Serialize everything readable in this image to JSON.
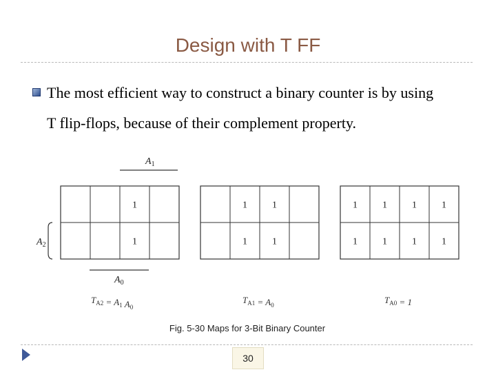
{
  "slide": {
    "title": "Design with T FF",
    "bullet_line1": "The most efficient way to construct a binary counter is by using",
    "bullet_line2": "T flip-flops, because of their complement property.",
    "page_number": "30"
  },
  "figure": {
    "caption": "Fig. 5-30  Maps for 3-Bit Binary Counter",
    "labels": {
      "top_var": "A",
      "top_sub": "1",
      "left_var": "A",
      "left_sub": "2",
      "bottom_var": "A",
      "bottom_sub": "0"
    },
    "maps": [
      {
        "cells": [
          [
            "",
            "",
            "1",
            ""
          ],
          [
            "",
            "",
            "1",
            ""
          ]
        ],
        "equation": [
          {
            "t": "T",
            "s": "A2"
          },
          {
            "t": " = A",
            "s": "1"
          },
          {
            "t": " A",
            "s": "0"
          }
        ]
      },
      {
        "cells": [
          [
            "",
            "1",
            "1",
            ""
          ],
          [
            "",
            "1",
            "1",
            ""
          ]
        ],
        "equation": [
          {
            "t": "T",
            "s": "A1"
          },
          {
            "t": " = A",
            "s": "0"
          }
        ]
      },
      {
        "cells": [
          [
            "1",
            "1",
            "1",
            "1"
          ],
          [
            "1",
            "1",
            "1",
            "1"
          ]
        ],
        "equation": [
          {
            "t": "T",
            "s": "A0"
          },
          {
            "t": " = 1",
            "s": ""
          }
        ]
      }
    ]
  }
}
